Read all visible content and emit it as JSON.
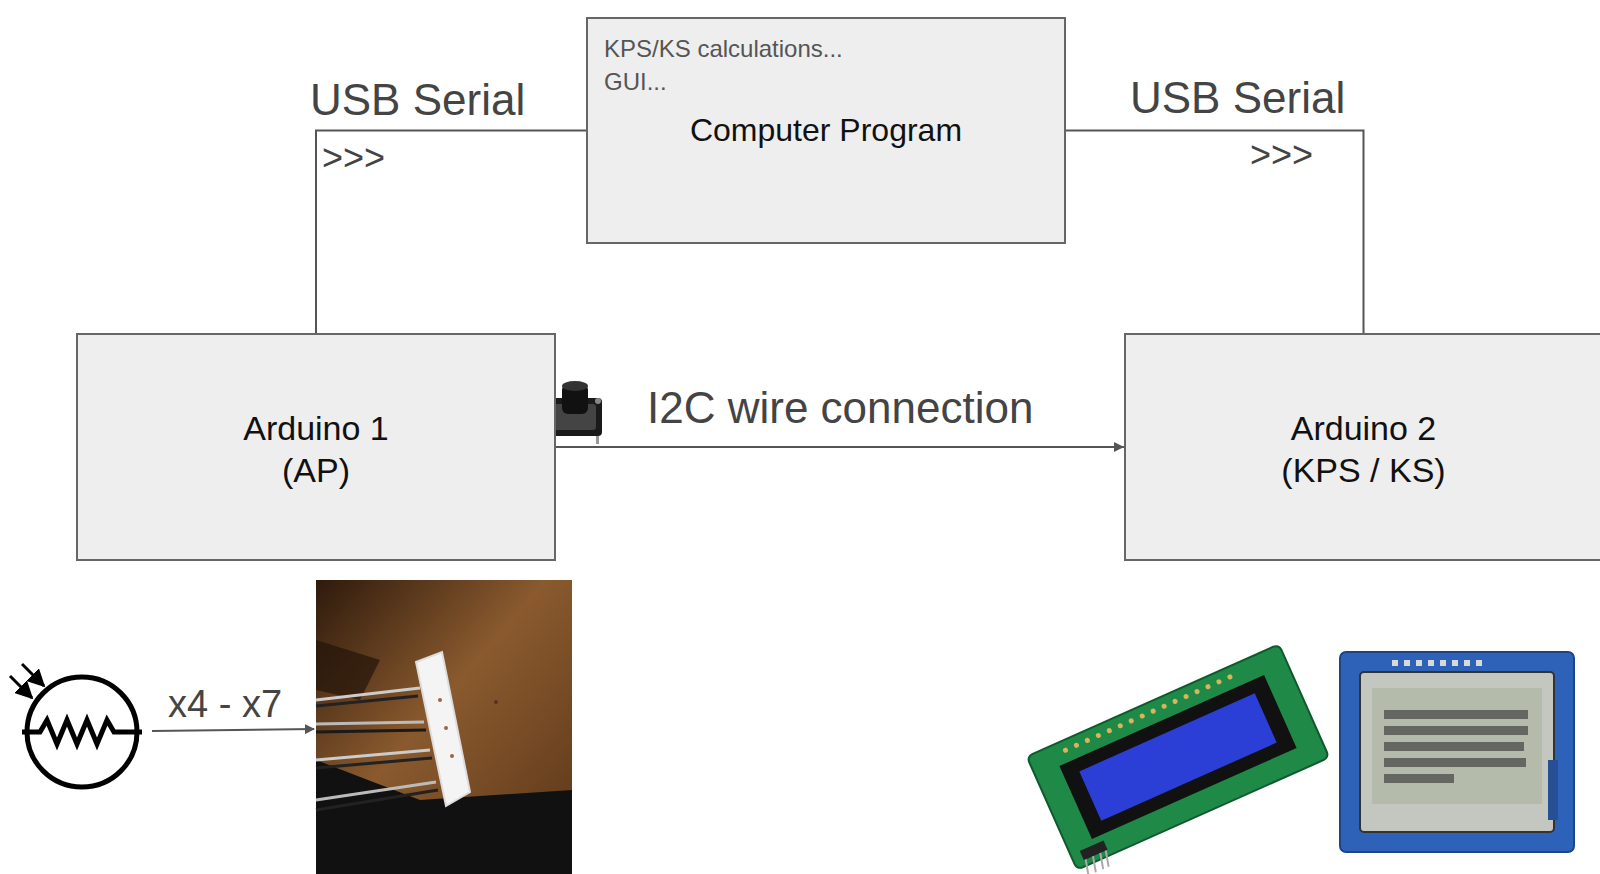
{
  "diagram": {
    "nodes": [
      {
        "text": [
          "KPS/KS calculations...",
          "GUI...",
          "Computer Program"
        ]
      },
      {
        "text": [
          "Arduino 1",
          "(AP)"
        ]
      },
      {
        "text": [
          "Arduino 2",
          "(KPS / KS)"
        ]
      }
    ],
    "edges": [
      {
        "from": 1,
        "to": 0,
        "arrow": "none",
        "label": "USB Serial"
      },
      {
        "from": 0,
        "to": 2,
        "arrow": "none",
        "label": "USB Serial"
      },
      {
        "from": 1,
        "to": 2,
        "arrow": "to",
        "label": "I2C wire connection"
      }
    ],
    "labels": [
      ">>>",
      ">>>",
      "x4 - x7"
    ]
  }
}
